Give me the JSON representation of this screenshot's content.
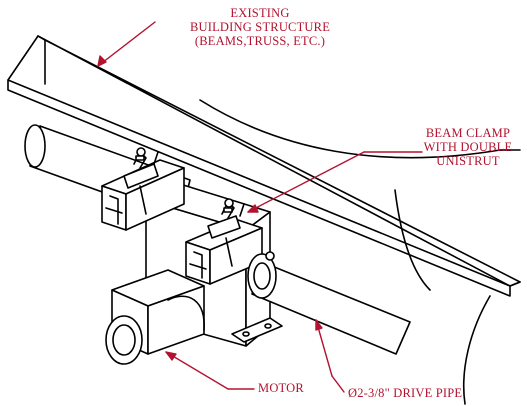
{
  "callouts": {
    "building_structure": [
      "EXISTING",
      "BUILDING STRUCTURE",
      "(BEAMS,TRUSS, ETC.)"
    ],
    "beam_clamp": [
      "BEAM CLAMP",
      "WITH DOUBLE",
      "UNISTRUT"
    ],
    "motor": "MOTOR",
    "drive_pipe": "Ø2-3/8\" DRIVE PIPE"
  },
  "colors": {
    "line": "#000000",
    "callout": "#b3122f"
  }
}
